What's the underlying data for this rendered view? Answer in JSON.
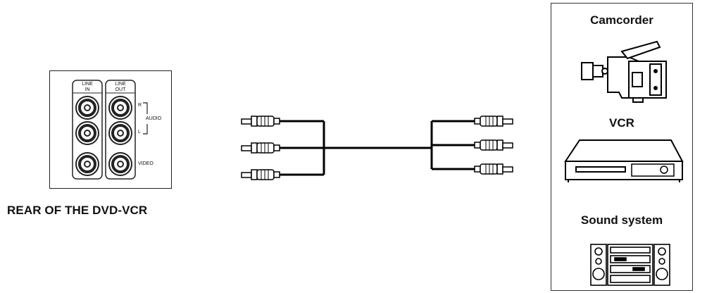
{
  "rear_panel": {
    "caption": "REAR OF THE DVD-VCR",
    "line_in_label": "LINE\nIN",
    "line_out_label": "LINE\nOUT",
    "audio_label": "AUDIO",
    "r_label": "R",
    "l_label": "L",
    "video_label": "VIDEO"
  },
  "devices": [
    {
      "name": "Camcorder",
      "icon": "camcorder-icon"
    },
    {
      "name": "VCR",
      "icon": "vcr-icon"
    },
    {
      "name": "Sound system",
      "icon": "sound-system-icon"
    }
  ]
}
